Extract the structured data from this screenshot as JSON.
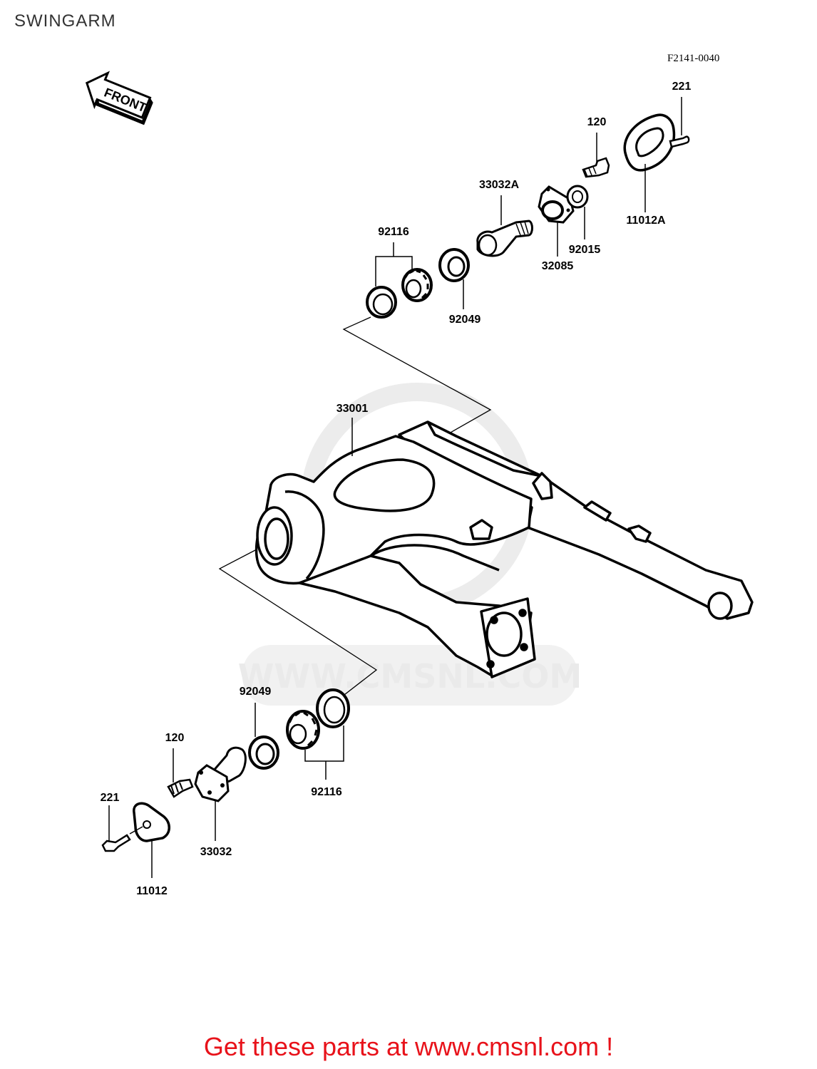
{
  "title": "SWINGARM",
  "diagram_code": "F2141-0040",
  "front_label": "FRONT",
  "watermark_text": "WWW.CMSNL.COM",
  "footer_link": "Get these parts at www.cmsnl.com !",
  "colors": {
    "footer": "#e8121a",
    "ink": "#000000",
    "watermark": "#e6e6e6"
  },
  "parts": {
    "p221_top": "221",
    "p120_top": "120",
    "p33032A": "33032A",
    "p11012A": "11012A",
    "p92116_top": "92116",
    "p92015": "92015",
    "p32085": "32085",
    "p92049_top": "92049",
    "p33001": "33001",
    "p92049_bottom": "92049",
    "p120_bottom": "120",
    "p221_bottom": "221",
    "p92116_bottom": "92116",
    "p33032": "33032",
    "p11012": "11012"
  }
}
